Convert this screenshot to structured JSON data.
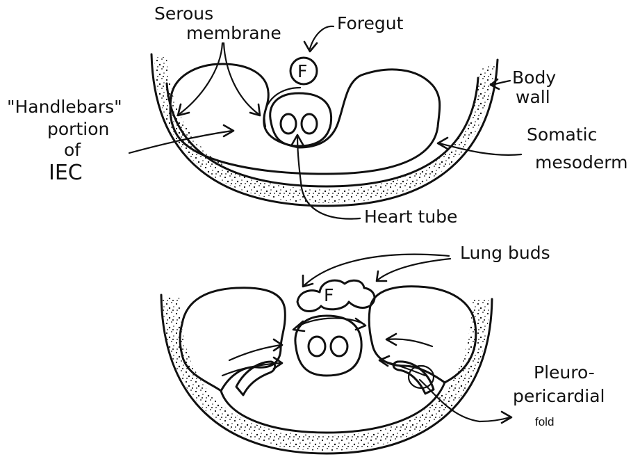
{
  "diagram_a": {
    "labels": {
      "serous_line1": "Serous",
      "serous_line2": "membrane",
      "foregut": "Foregut",
      "foregut_symbol": "F",
      "body_line1": "Body",
      "body_line2": "wall",
      "handlebars_line1": "\"Handlebars\"",
      "handlebars_line2": "portion",
      "handlebars_line3": "of",
      "handlebars_line4": "IEC",
      "somatic_line1": "Somatic",
      "somatic_line2": "mesoderm",
      "heart_tube": "Heart tube"
    }
  },
  "diagram_b": {
    "labels": {
      "lung_buds": "Lung buds",
      "foregut_symbol": "F",
      "pleuro_line1": "Pleuro-",
      "pleuro_line2": "pericardial",
      "fold": "fold"
    }
  },
  "colors": {
    "ink": "#111111",
    "paper": "#ffffff"
  }
}
